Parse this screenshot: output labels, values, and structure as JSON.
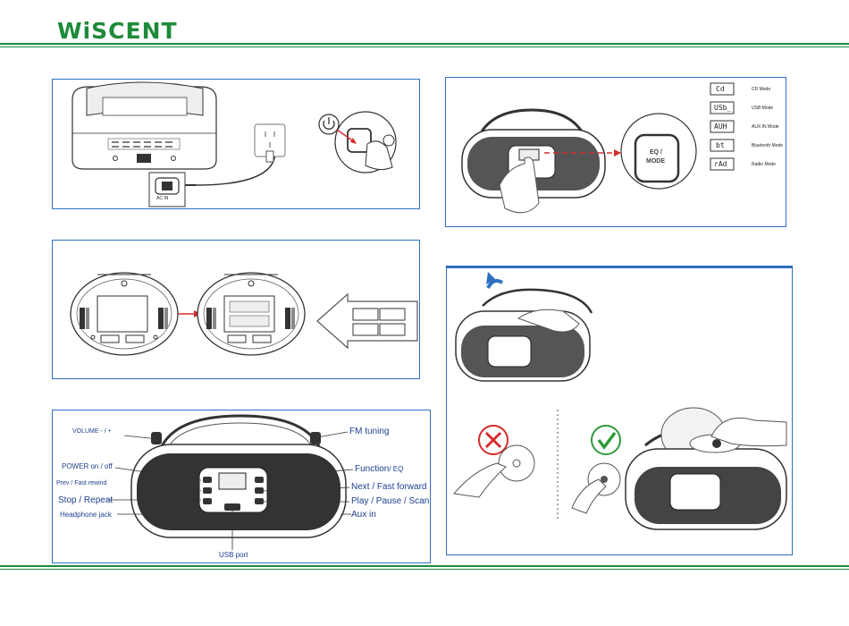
{
  "brand": {
    "logo": "WiSCENT",
    "color": "#1e8a3a"
  },
  "accent": {
    "panel_border": "#2d6fc2",
    "label_text": "#1f3f8f",
    "arrow": "#d62b2b",
    "wrong": "#d62b2b",
    "right": "#2e9a3a"
  },
  "power": {
    "ac_label": "AC IN"
  },
  "mode": {
    "button_label_1": "EQ /",
    "button_label_2": "MODE",
    "items": [
      {
        "display": "Cd",
        "label": "CD Mode"
      },
      {
        "display": "USb_",
        "label": "USB Mode"
      },
      {
        "display": "AUH",
        "label": "AUX IN Mode"
      },
      {
        "display": "bt",
        "label": "Bluetooth Mode"
      },
      {
        "display": "rAd",
        "label": "Radio Mode"
      }
    ]
  },
  "controls": {
    "volume": "VOLUME - / +",
    "power": "POWER on / off",
    "prev": "Prev / Fast rewind",
    "stop": "Stop / Repeat",
    "headphone": "Headphone jack",
    "usb": "USB port",
    "fm": "FM tuning",
    "function": "Function",
    "eq": "/ EQ",
    "next": "Next / Fast forward",
    "play": "Play / Pause / Scan",
    "aux": "Aux in"
  }
}
